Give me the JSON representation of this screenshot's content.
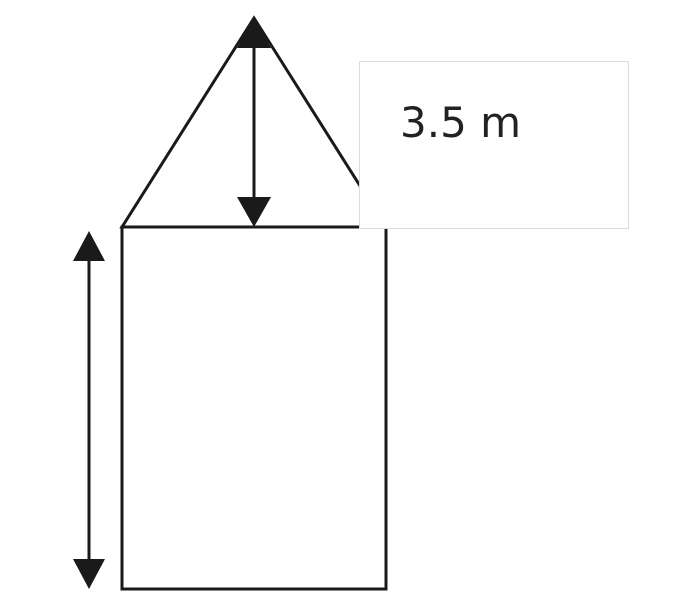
{
  "diagram": {
    "shapes": [
      "triangle-roof",
      "rectangle-body"
    ],
    "dimension_arrows": [
      "triangle-height",
      "rectangle-height"
    ],
    "label": {
      "text": "3.5 m"
    }
  },
  "colors": {
    "line": "#1a1a1a",
    "box_border": "#dcdcdc",
    "background": "#ffffff"
  }
}
